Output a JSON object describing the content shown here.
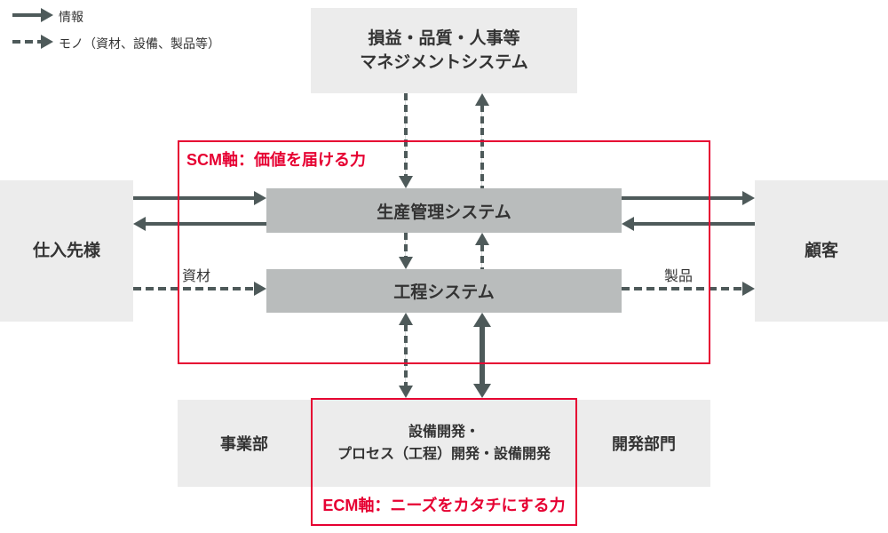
{
  "legend": {
    "info": "情報",
    "mono": "モノ（資材、設備、製品等）"
  },
  "axes": {
    "scm": "SCM軸：価値を届ける力",
    "ecm": "ECM軸：ニーズをカタチにする力"
  },
  "nodes": {
    "management": {
      "line1": "損益・品質・人事等",
      "line2": "マネジメントシステム"
    },
    "production_system": "生産管理システム",
    "process_system": "工程システム",
    "supplier": "仕入先様",
    "customer": "顧客",
    "business_division": "事業部",
    "development": {
      "line1": "設備開発・",
      "line2": "プロセス（工程）開発・設備開発"
    },
    "development_department": "開発部門"
  },
  "flow_labels": {
    "materials": "資材",
    "products": "製品"
  },
  "colors": {
    "accent_red": "#e60032",
    "arrow_gray": "#4e5a5a",
    "box_light": "#ececec",
    "bar_gray": "#b9bcbc",
    "text_dark": "#333333"
  }
}
